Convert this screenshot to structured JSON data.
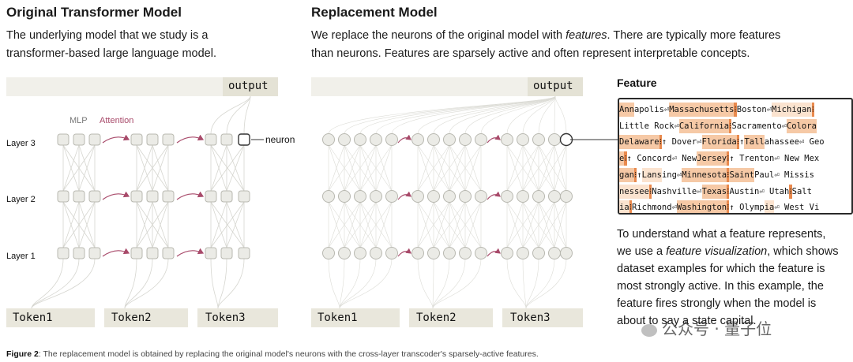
{
  "left": {
    "title": "Original Transformer Model",
    "description_line1": "The underlying model that we study is a",
    "description_line2": "transformer-based large language model.",
    "output_label": "output",
    "mlp_label": "MLP",
    "attention_label": "Attention",
    "neuron_label": "neuron",
    "layers": [
      "Layer 3",
      "Layer 2",
      "Layer 1"
    ],
    "tokens": [
      "Token1",
      "Token2",
      "Token3"
    ]
  },
  "right": {
    "title": "Replacement Model",
    "description_line1_a": "We replace the neurons of the original model with ",
    "description_line1_em": "features",
    "description_line1_b": ". There are typically more features",
    "description_line2": "than neurons. Features are sparsely active and often represent interpretable concepts.",
    "output_label": "output",
    "tokens": [
      "Token1",
      "Token2",
      "Token3"
    ]
  },
  "feature": {
    "heading": "Feature",
    "rows": [
      [
        [
          "Ann",
          "hl2"
        ],
        [
          "apolis⏎ ",
          ""
        ],
        [
          "Massachusetts",
          "hl2"
        ],
        [
          "⁝",
          "hl3"
        ],
        [
          " Boston⏎ ",
          ""
        ],
        [
          "Michigan",
          "hl1"
        ],
        [
          "⁝",
          "hl3"
        ]
      ],
      [
        [
          " Little Rock⏎ ",
          ""
        ],
        [
          "California",
          "hl2"
        ],
        [
          "⁝",
          "hl3"
        ],
        [
          " Sacramento⏎ ",
          ""
        ],
        [
          "Colora",
          "hl2"
        ]
      ],
      [
        [
          "Delaware",
          "hl2"
        ],
        [
          "⁝",
          "hl3"
        ],
        [
          "↑ Dover⏎ ",
          ""
        ],
        [
          "Florida",
          "hl2"
        ],
        [
          "⁝",
          "hl3"
        ],
        [
          "↑ ",
          ""
        ],
        [
          "Tall",
          "hl2"
        ],
        [
          "ahassee⏎ Geo",
          ""
        ]
      ],
      [
        [
          "e",
          "hl2"
        ],
        [
          "⁝",
          "hl3"
        ],
        [
          "↑ Concord⏎ New ",
          ""
        ],
        [
          "Jersey",
          "hl2"
        ],
        [
          "⁝",
          "hl3"
        ],
        [
          "↑ Trenton⏎ New Mex",
          ""
        ]
      ],
      [
        [
          "gan",
          "hl2"
        ],
        [
          "⁝",
          "hl3"
        ],
        [
          "↑ ",
          ""
        ],
        [
          "Lans",
          "hl1"
        ],
        [
          "ing⏎ ",
          ""
        ],
        [
          "Minnesota",
          "hl2"
        ],
        [
          "⁝",
          "hl3"
        ],
        [
          "Saint",
          "hl2"
        ],
        [
          " Paul⏎ Missis",
          ""
        ]
      ],
      [
        [
          "nessee",
          "hl1"
        ],
        [
          "⁝",
          "hl3"
        ],
        [
          " Nashville⏎ ",
          ""
        ],
        [
          "Texas",
          "hl2"
        ],
        [
          "⁝",
          "hl3"
        ],
        [
          " Austin⏎ Utah",
          ""
        ],
        [
          "⁝",
          "hl3"
        ],
        [
          " Salt",
          ""
        ]
      ],
      [
        [
          "ia",
          "hl1"
        ],
        [
          "⁝",
          "hl3"
        ],
        [
          " Richmond⏎ ",
          ""
        ],
        [
          "Washington",
          "hl2"
        ],
        [
          "⁝",
          "hl3"
        ],
        [
          "↑ Olymp",
          ""
        ],
        [
          "ia",
          "hl1"
        ],
        [
          "⏎ West Vi",
          ""
        ]
      ]
    ],
    "explain_line1": "To understand what a feature represents,",
    "explain_line2_a": "we use a ",
    "explain_line2_em": "feature visualization",
    "explain_line2_b": ", which shows",
    "explain_line3": "dataset examples for which the feature is",
    "explain_line4": "most strongly active. In this example, the",
    "explain_line5": "feature fires strongly when the model is",
    "explain_line6": "about to say a state capital."
  },
  "caption": {
    "label": "Figure 2",
    "text": ": The replacement model is obtained by replacing the original model's neurons with the cross-layer transcoder's sparsely-active features."
  },
  "watermark": "公众号 · 量子位",
  "colors": {
    "attention": "#a84a6a",
    "neuron_fill": "#ebebe6",
    "neuron_stroke": "#b8b8b0",
    "bar": "#e9e7dc",
    "highlight_strong": "#e98a4e"
  }
}
